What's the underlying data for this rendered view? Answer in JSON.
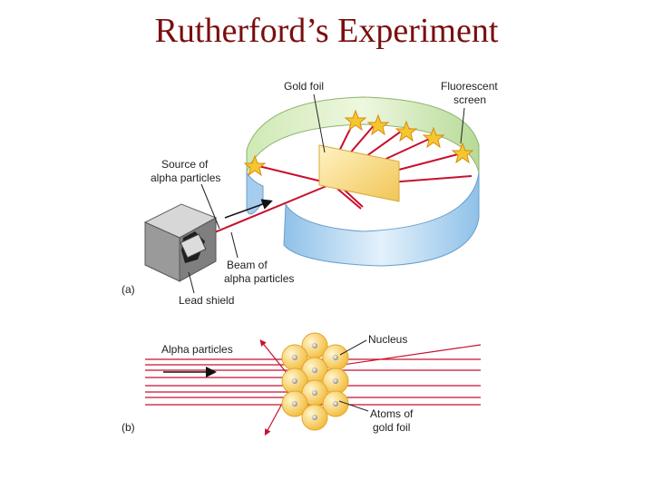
{
  "slide": {
    "title": "Rutherford’s Experiment"
  },
  "diagram_a": {
    "panel_label": "(a)",
    "labels": {
      "gold_foil": "Gold foil",
      "screen_line1": "Fluorescent",
      "screen_line2": "screen",
      "source_line1": "Source of",
      "source_line2": "alpha particles",
      "beam_line1": "Beam of",
      "beam_line2": "alpha particles",
      "lead_shield": "Lead shield"
    }
  },
  "diagram_b": {
    "panel_label": "(b)",
    "labels": {
      "alpha_particles": "Alpha particles",
      "nucleus": "Nucleus",
      "atoms_line1": "Atoms of",
      "atoms_line2": "gold foil"
    }
  },
  "colors": {
    "title": "#7a0e0e",
    "beam": "#c8102e",
    "screen_inner": "#b9dfa0",
    "screen_outer": "#9cc8ea",
    "foil": "#f4d27a",
    "atom": "#f6c74a"
  }
}
